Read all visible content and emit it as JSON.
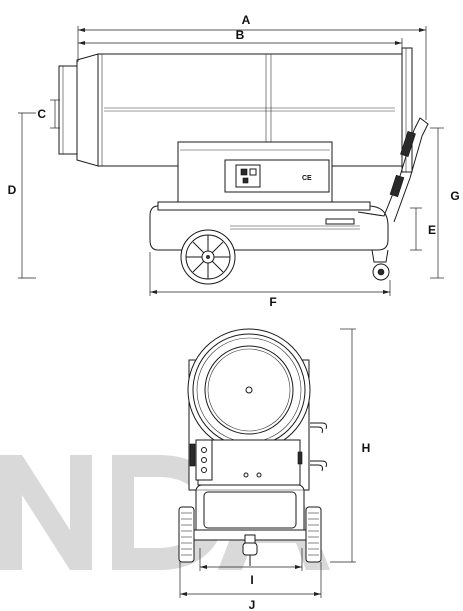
{
  "dimension_labels": {
    "A": "A",
    "B": "B",
    "C": "C",
    "D": "D",
    "E": "E",
    "F": "F",
    "G": "G",
    "H": "H",
    "I": "I",
    "J": "J"
  },
  "control_panel": {
    "badge_text": "CE"
  },
  "watermark": {
    "text": "NDA"
  }
}
